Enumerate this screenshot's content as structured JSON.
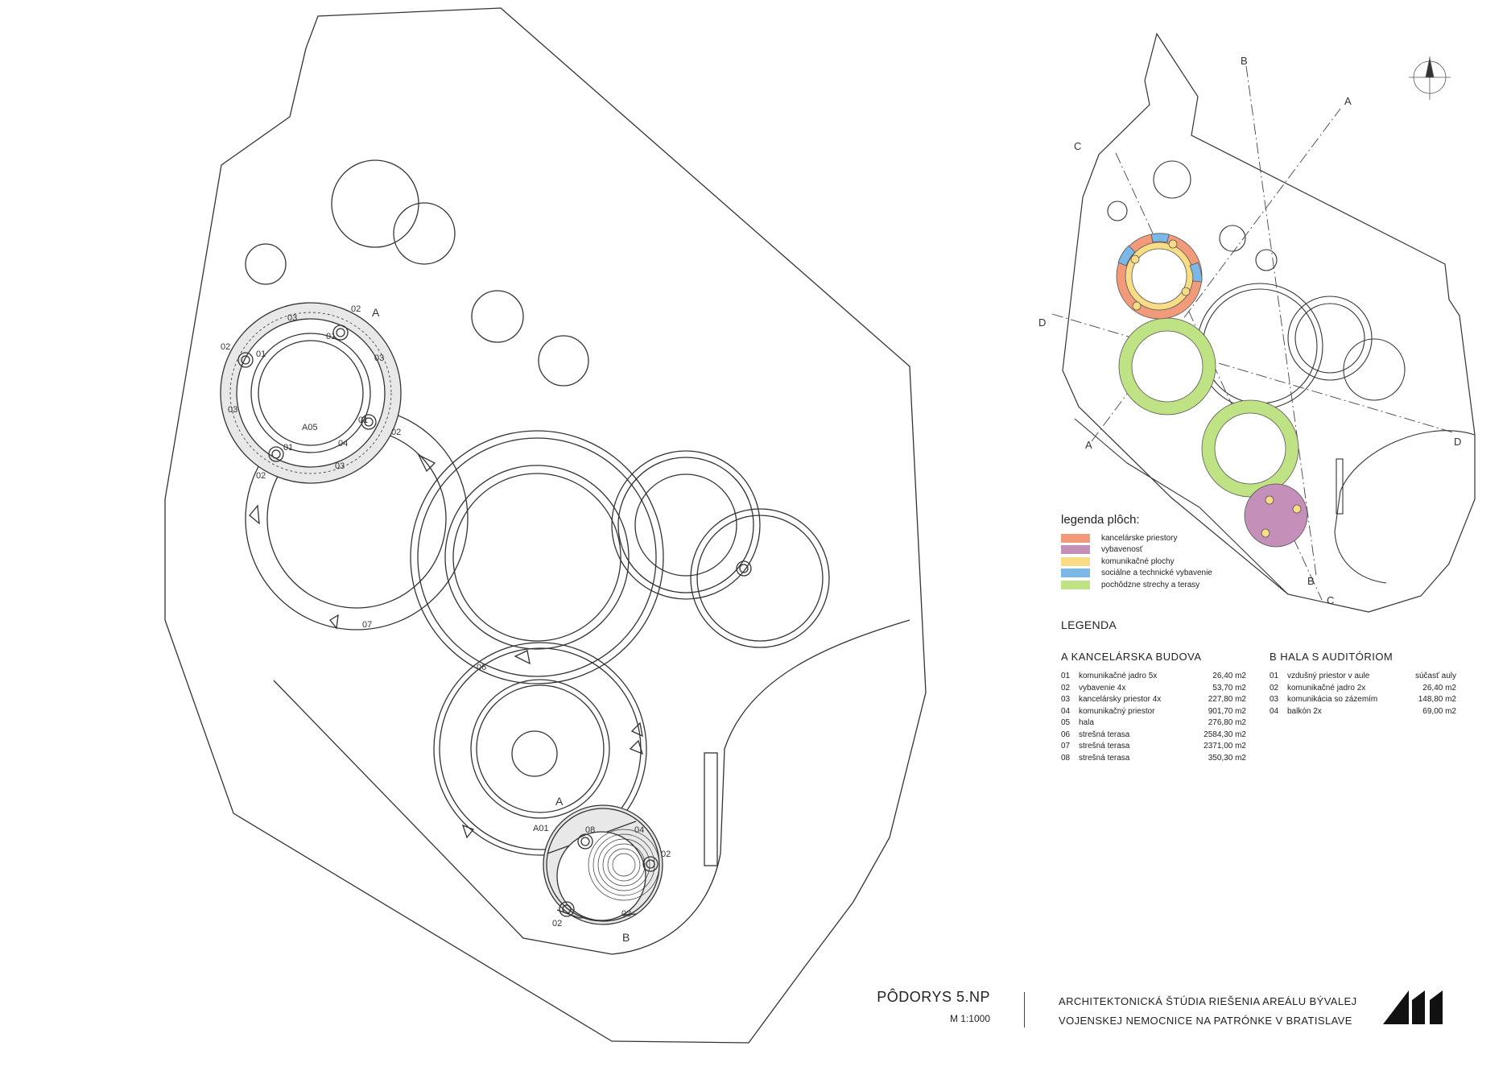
{
  "plan_labels": {
    "a_top": "A",
    "a_bottom": "A",
    "b_bottom": "B",
    "codes": [
      "01",
      "02",
      "03",
      "04",
      "06",
      "07",
      "08",
      "A01",
      "A05"
    ]
  },
  "site_plan": {
    "section_lines": [
      "A",
      "A",
      "B",
      "B",
      "C",
      "C",
      "D",
      "D"
    ]
  },
  "legend_areas": {
    "title": "legenda plôch:",
    "items": [
      {
        "label": "kancelárske priestory",
        "color": "#f29b7b"
      },
      {
        "label": "vybavenosť",
        "color": "#c48fb9"
      },
      {
        "label": "komunikačné plochy",
        "color": "#f8dd86"
      },
      {
        "label": "sociálne a technické vybavenie",
        "color": "#7bb8e8"
      },
      {
        "label": "pochôdzne strechy a terasy",
        "color": "#bfe384"
      }
    ]
  },
  "legenda": {
    "title": "LEGENDA",
    "section_a": {
      "title": "A   KANCELÁRSKA BUDOVA",
      "rows": [
        {
          "num": "01",
          "label": "komunikačné jadro 5x",
          "value": "26,40 m2"
        },
        {
          "num": "02",
          "label": "vybavenie 4x",
          "value": "53,70 m2"
        },
        {
          "num": "03",
          "label": "kancelársky priestor 4x",
          "value": "227,80 m2"
        },
        {
          "num": "04",
          "label": "komunikačný priestor",
          "value": "901,70 m2"
        },
        {
          "num": "05",
          "label": "hala",
          "value": "276,80 m2"
        },
        {
          "num": "06",
          "label": "strešná terasa",
          "value": "2584,30 m2"
        },
        {
          "num": "07",
          "label": "strešná terasa",
          "value": "2371,00 m2"
        },
        {
          "num": "08",
          "label": "strešná terasa",
          "value": "350,30 m2"
        }
      ]
    },
    "section_b": {
      "title": "B   HALA S AUDITÓRIOM",
      "rows": [
        {
          "num": "01",
          "label": "vzdušný priestor v aule",
          "value": "súčasť auly"
        },
        {
          "num": "02",
          "label": "komunikačné jadro 2x",
          "value": "26,40 m2"
        },
        {
          "num": "03",
          "label": "komunikácia so zázemím",
          "value": "148,80 m2"
        },
        {
          "num": "04",
          "label": "balkón 2x",
          "value": "69,00 m2"
        }
      ]
    }
  },
  "title_block": {
    "title": "PÔDORYS 5.NP",
    "scale": "M 1:1000",
    "project_line1": "ARCHITEKTONICKÁ ŠTÚDIA RIEŠENIA AREÁLU BÝVALEJ",
    "project_line2": "VOJENSKEJ NEMOCNICE NA PATRÓNKE V BRATISLAVE"
  }
}
